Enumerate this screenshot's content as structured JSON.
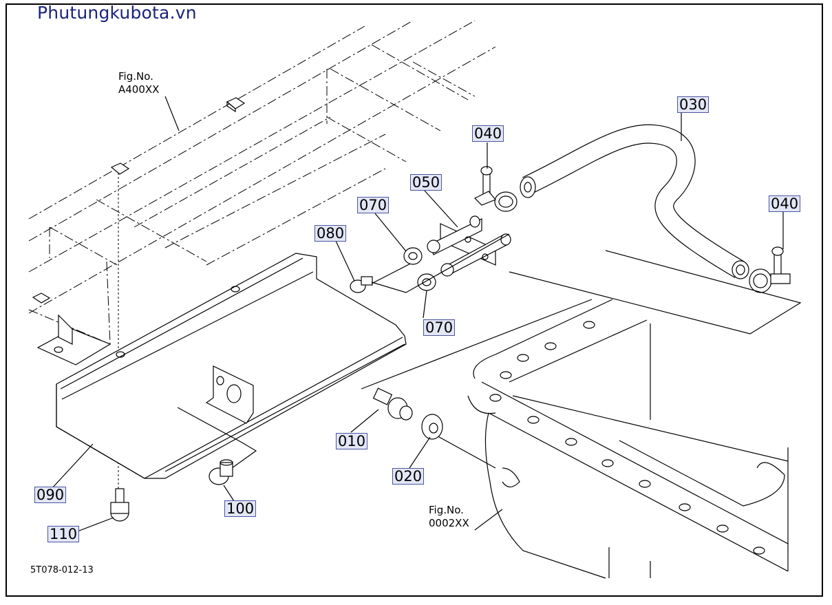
{
  "watermark": "Phutungkubota.vn",
  "figure_refs": [
    {
      "label": "Fig.No.",
      "code": "A400XX"
    },
    {
      "label": "Fig.No.",
      "code": "0002XX"
    }
  ],
  "callouts": {
    "c030": "030",
    "c040a": "040",
    "c040b": "040",
    "c050": "050",
    "c070a": "070",
    "c070b": "070",
    "c080": "080",
    "c010": "010",
    "c020": "020",
    "c090": "090",
    "c100": "100",
    "c110": "110"
  },
  "drawing_code": "5T078-012-13"
}
